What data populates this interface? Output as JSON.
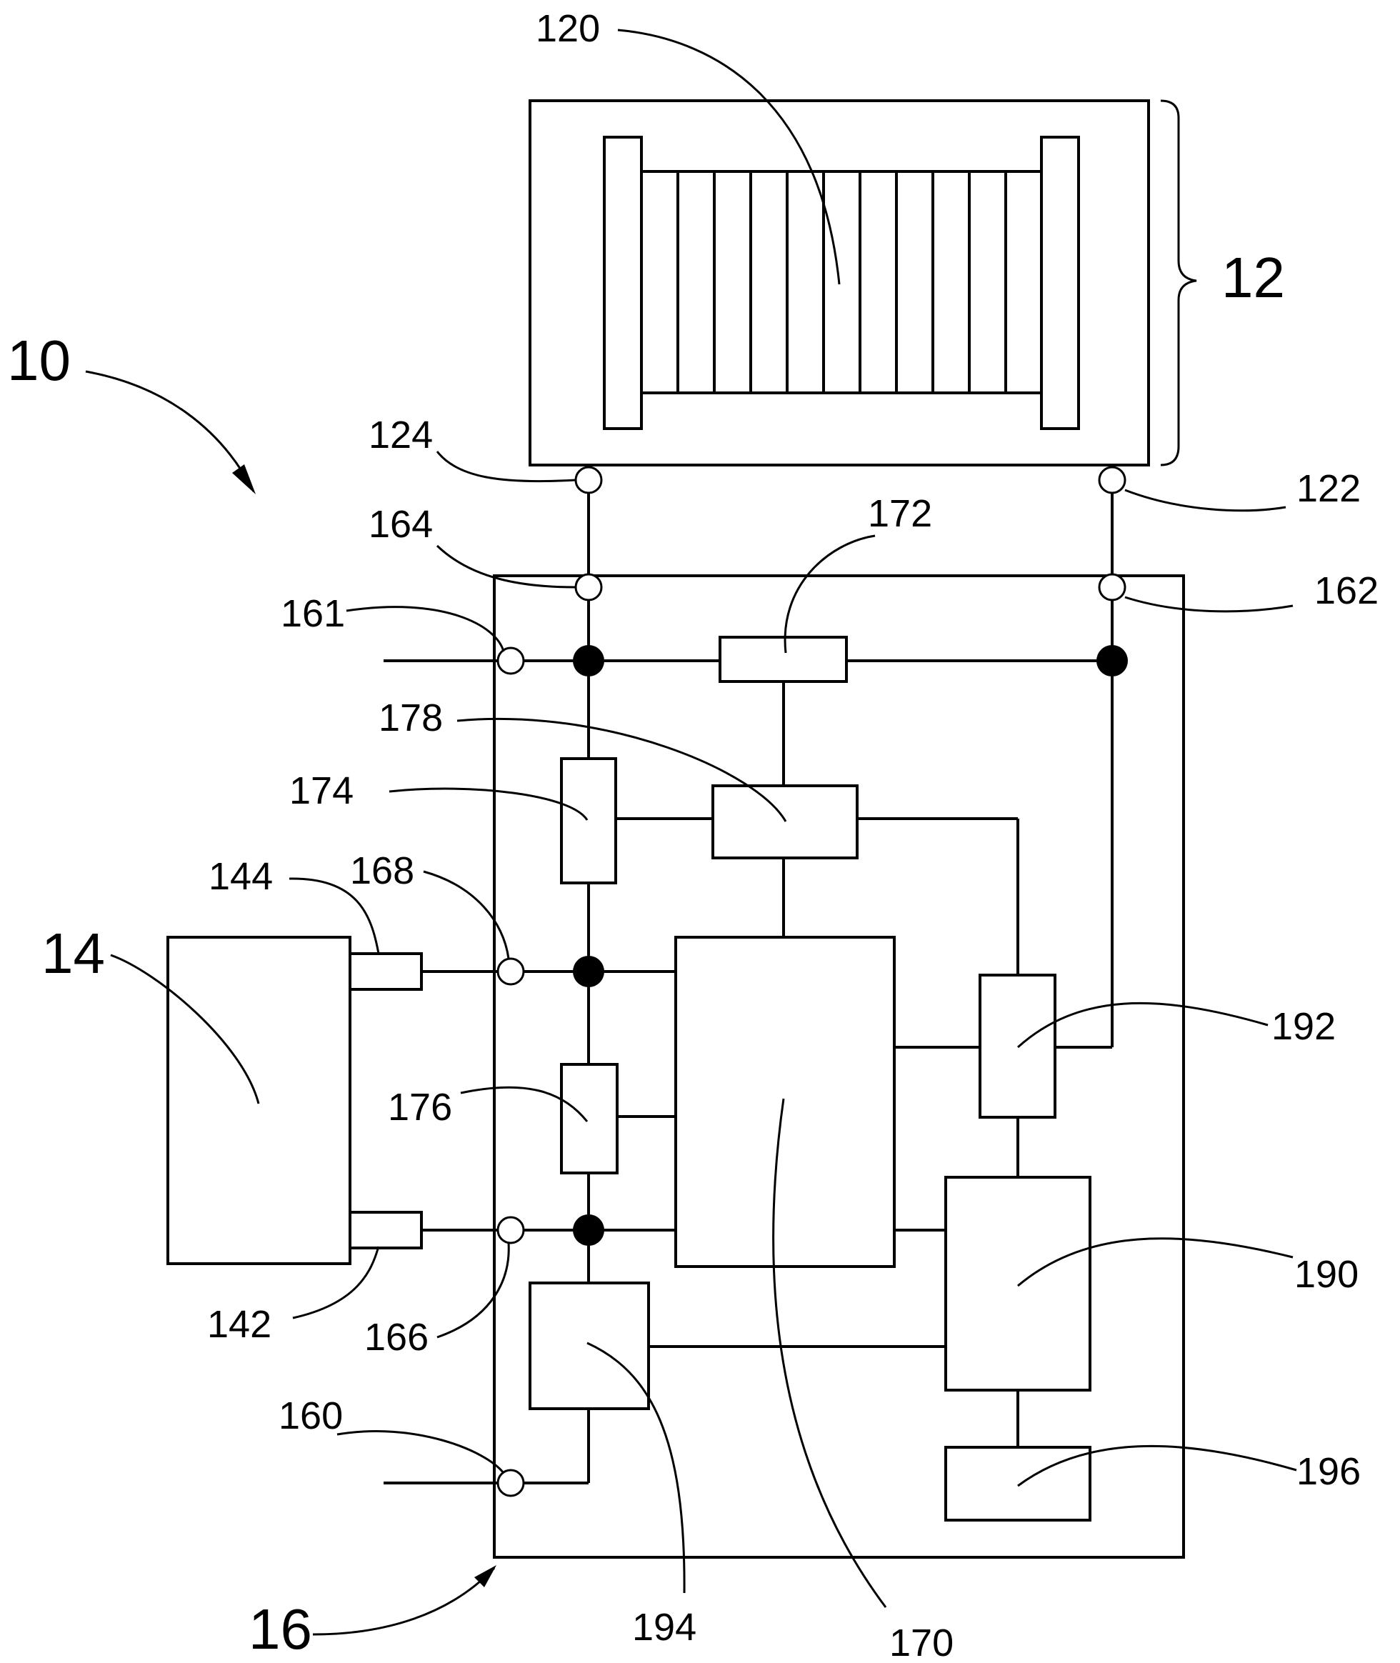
{
  "labels": {
    "ref_10": "10",
    "ref_12": "12",
    "ref_14": "14",
    "ref_16": "16",
    "ref_120": "120",
    "ref_122": "122",
    "ref_124": "124",
    "ref_142": "142",
    "ref_144": "144",
    "ref_160": "160",
    "ref_161": "161",
    "ref_162": "162",
    "ref_164": "164",
    "ref_166": "166",
    "ref_168": "168",
    "ref_170": "170",
    "ref_172": "172",
    "ref_174": "174",
    "ref_176": "176",
    "ref_178": "178",
    "ref_190": "190",
    "ref_192": "192",
    "ref_194": "194",
    "ref_196": "196"
  }
}
